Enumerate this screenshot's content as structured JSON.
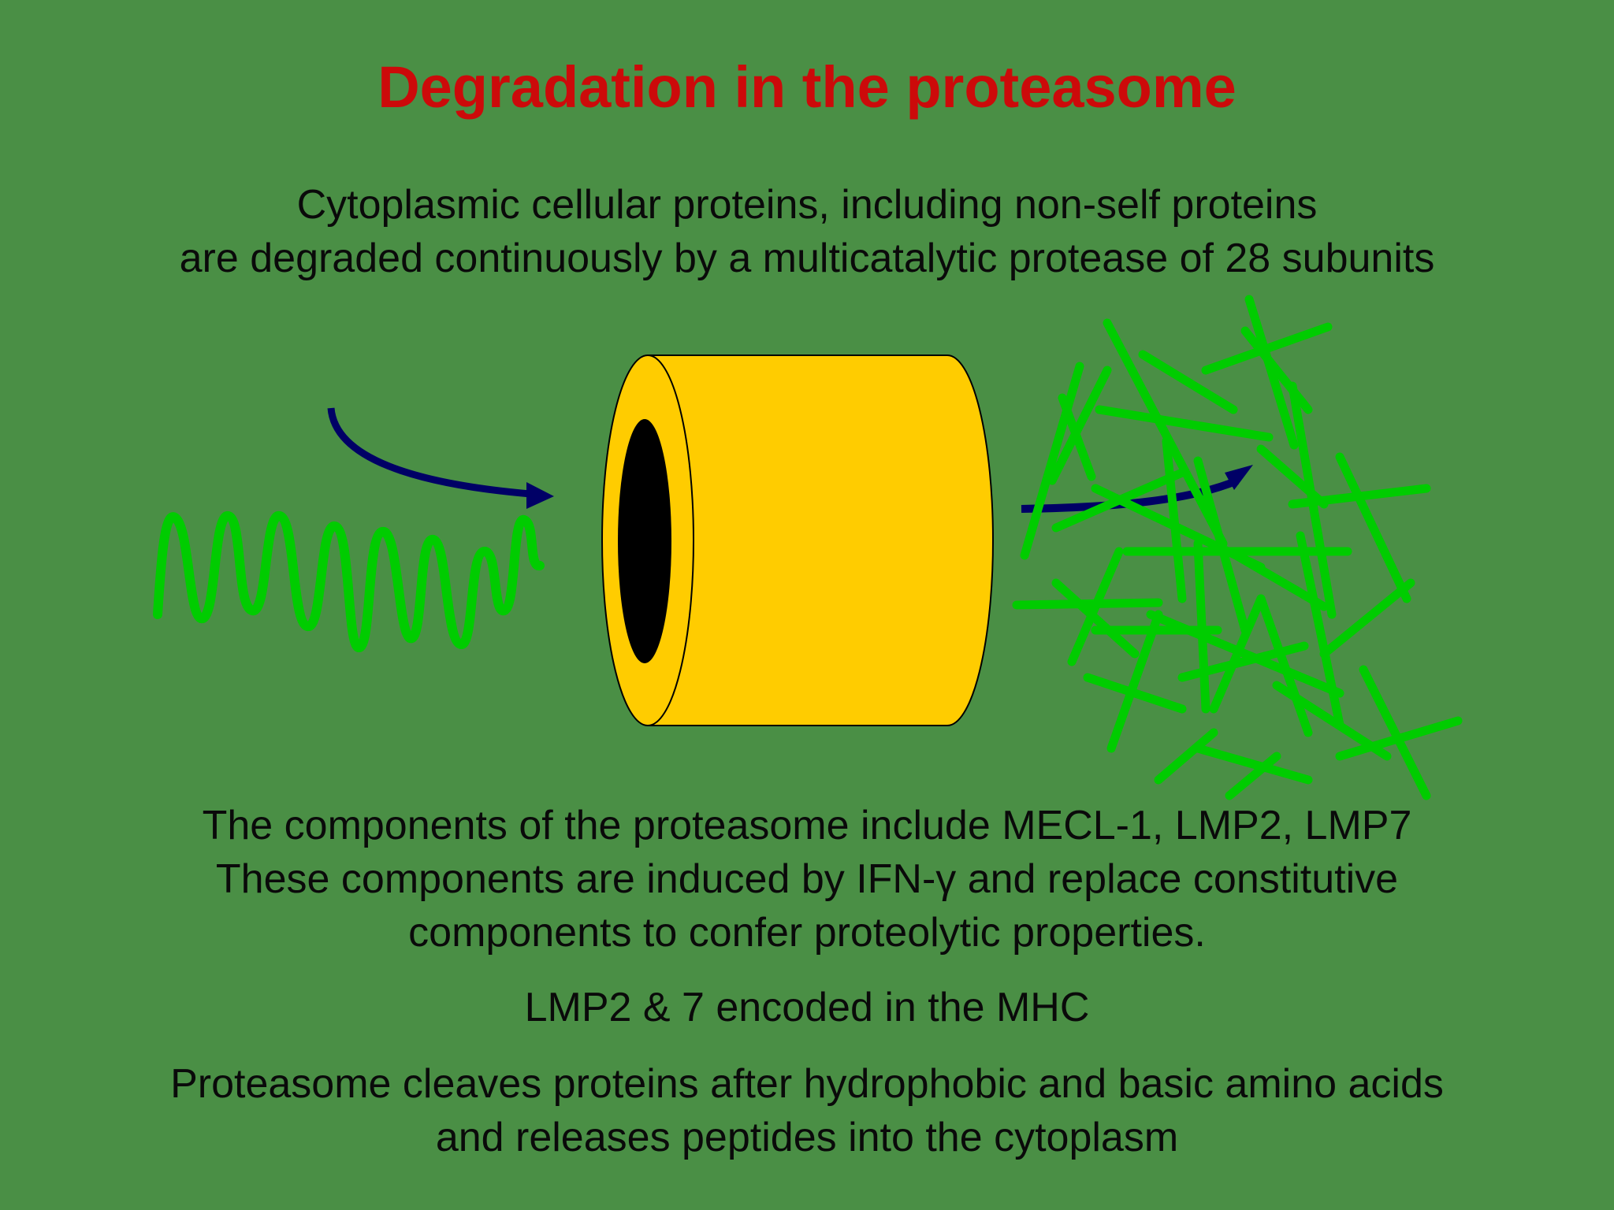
{
  "slide": {
    "title": "Degradation in the proteasome",
    "intro_lines": [
      "Cytoplasmic cellular proteins, including non-self proteins",
      "are degraded continuously by a multicatalytic protease of 28 subunits"
    ],
    "components_lines": [
      "The components of the proteasome include MECL-1, LMP2, LMP7",
      "These components are induced by IFN-γ and replace constitutive",
      "components to confer proteolytic properties."
    ],
    "lmp_note": "LMP2 & 7 encoded in the MHC",
    "cleavage_lines": [
      "Proteasome cleaves proteins after hydrophobic and basic amino acids",
      "and releases peptides into the cytoplasm"
    ]
  },
  "colors": {
    "background": "#4a8f45",
    "title": "#cc0a0a",
    "protein": "#00cc00",
    "proteasome": "#ffcc00",
    "arrow": "#000066"
  }
}
